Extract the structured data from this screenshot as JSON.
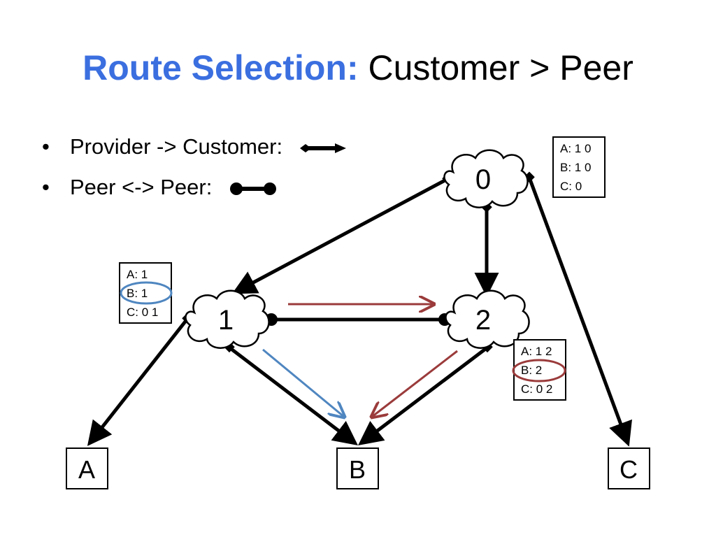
{
  "title": {
    "accent": "Route Selection:",
    "rest": " Customer > Peer"
  },
  "bullets": [
    {
      "label": "Provider -> Customer:",
      "icon": "provider-customer-arrow-icon"
    },
    {
      "label": "Peer <-> Peer:",
      "icon": "peer-link-icon"
    }
  ],
  "nodes": {
    "n0": "0",
    "n1": "1",
    "n2": "2"
  },
  "destinations": {
    "a": "A",
    "b": "B",
    "c": "C"
  },
  "tables": {
    "t0": [
      "A: 1 0",
      "B: 1 0",
      "C: 0"
    ],
    "t1": [
      "A: 1",
      "B: 1",
      "C: 0 1"
    ],
    "t2": [
      "A: 1 2",
      "B: 2",
      "C: 0 2"
    ]
  },
  "colors": {
    "title_accent": "#3b6fe0",
    "route_red": "#9b3b3b",
    "route_blue": "#4f86c0",
    "line": "#000000"
  }
}
